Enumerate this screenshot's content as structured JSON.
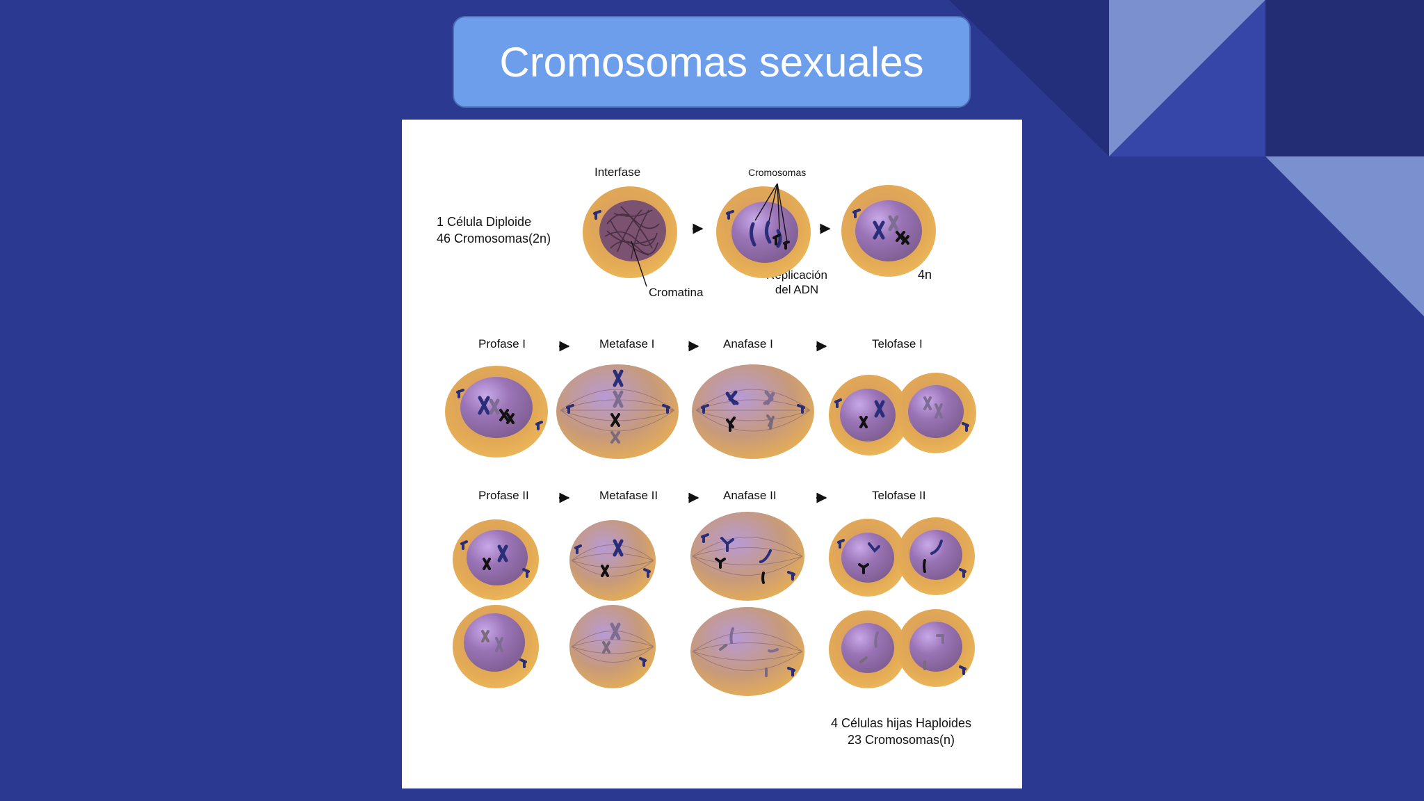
{
  "slide": {
    "title": "Cromosomas sexuales"
  },
  "diagram": {
    "top_row": {
      "diploid_line1": "1 Célula Diploide",
      "diploid_line2": "46 Cromosomas(2n)",
      "interfase": "Interfase",
      "cromatina": "Cromatina",
      "cromosomas": "Cromosomas",
      "replicacion_line1": "Replicación",
      "replicacion_line2": "del ADN",
      "four_n": "4n"
    },
    "meiosis_1": {
      "profase": "Profase I",
      "metafase": "Metafase I",
      "anafase": "Anafase I",
      "telofase": "Telofase I"
    },
    "meiosis_2": {
      "profase": "Profase II",
      "metafase": "Metafase II",
      "anafase": "Anafase II",
      "telofase": "Telofase II"
    },
    "result": {
      "line1": "4 Células hijas Haploides",
      "line2": "23 Cromosomas(n)"
    }
  },
  "colors": {
    "background": "#2b3990",
    "title_box": "#6d9eeb",
    "cell_outer": "#e0a64f",
    "cell_nucleus": "#8e6aa8",
    "chromosome": "#2a2e7a"
  }
}
